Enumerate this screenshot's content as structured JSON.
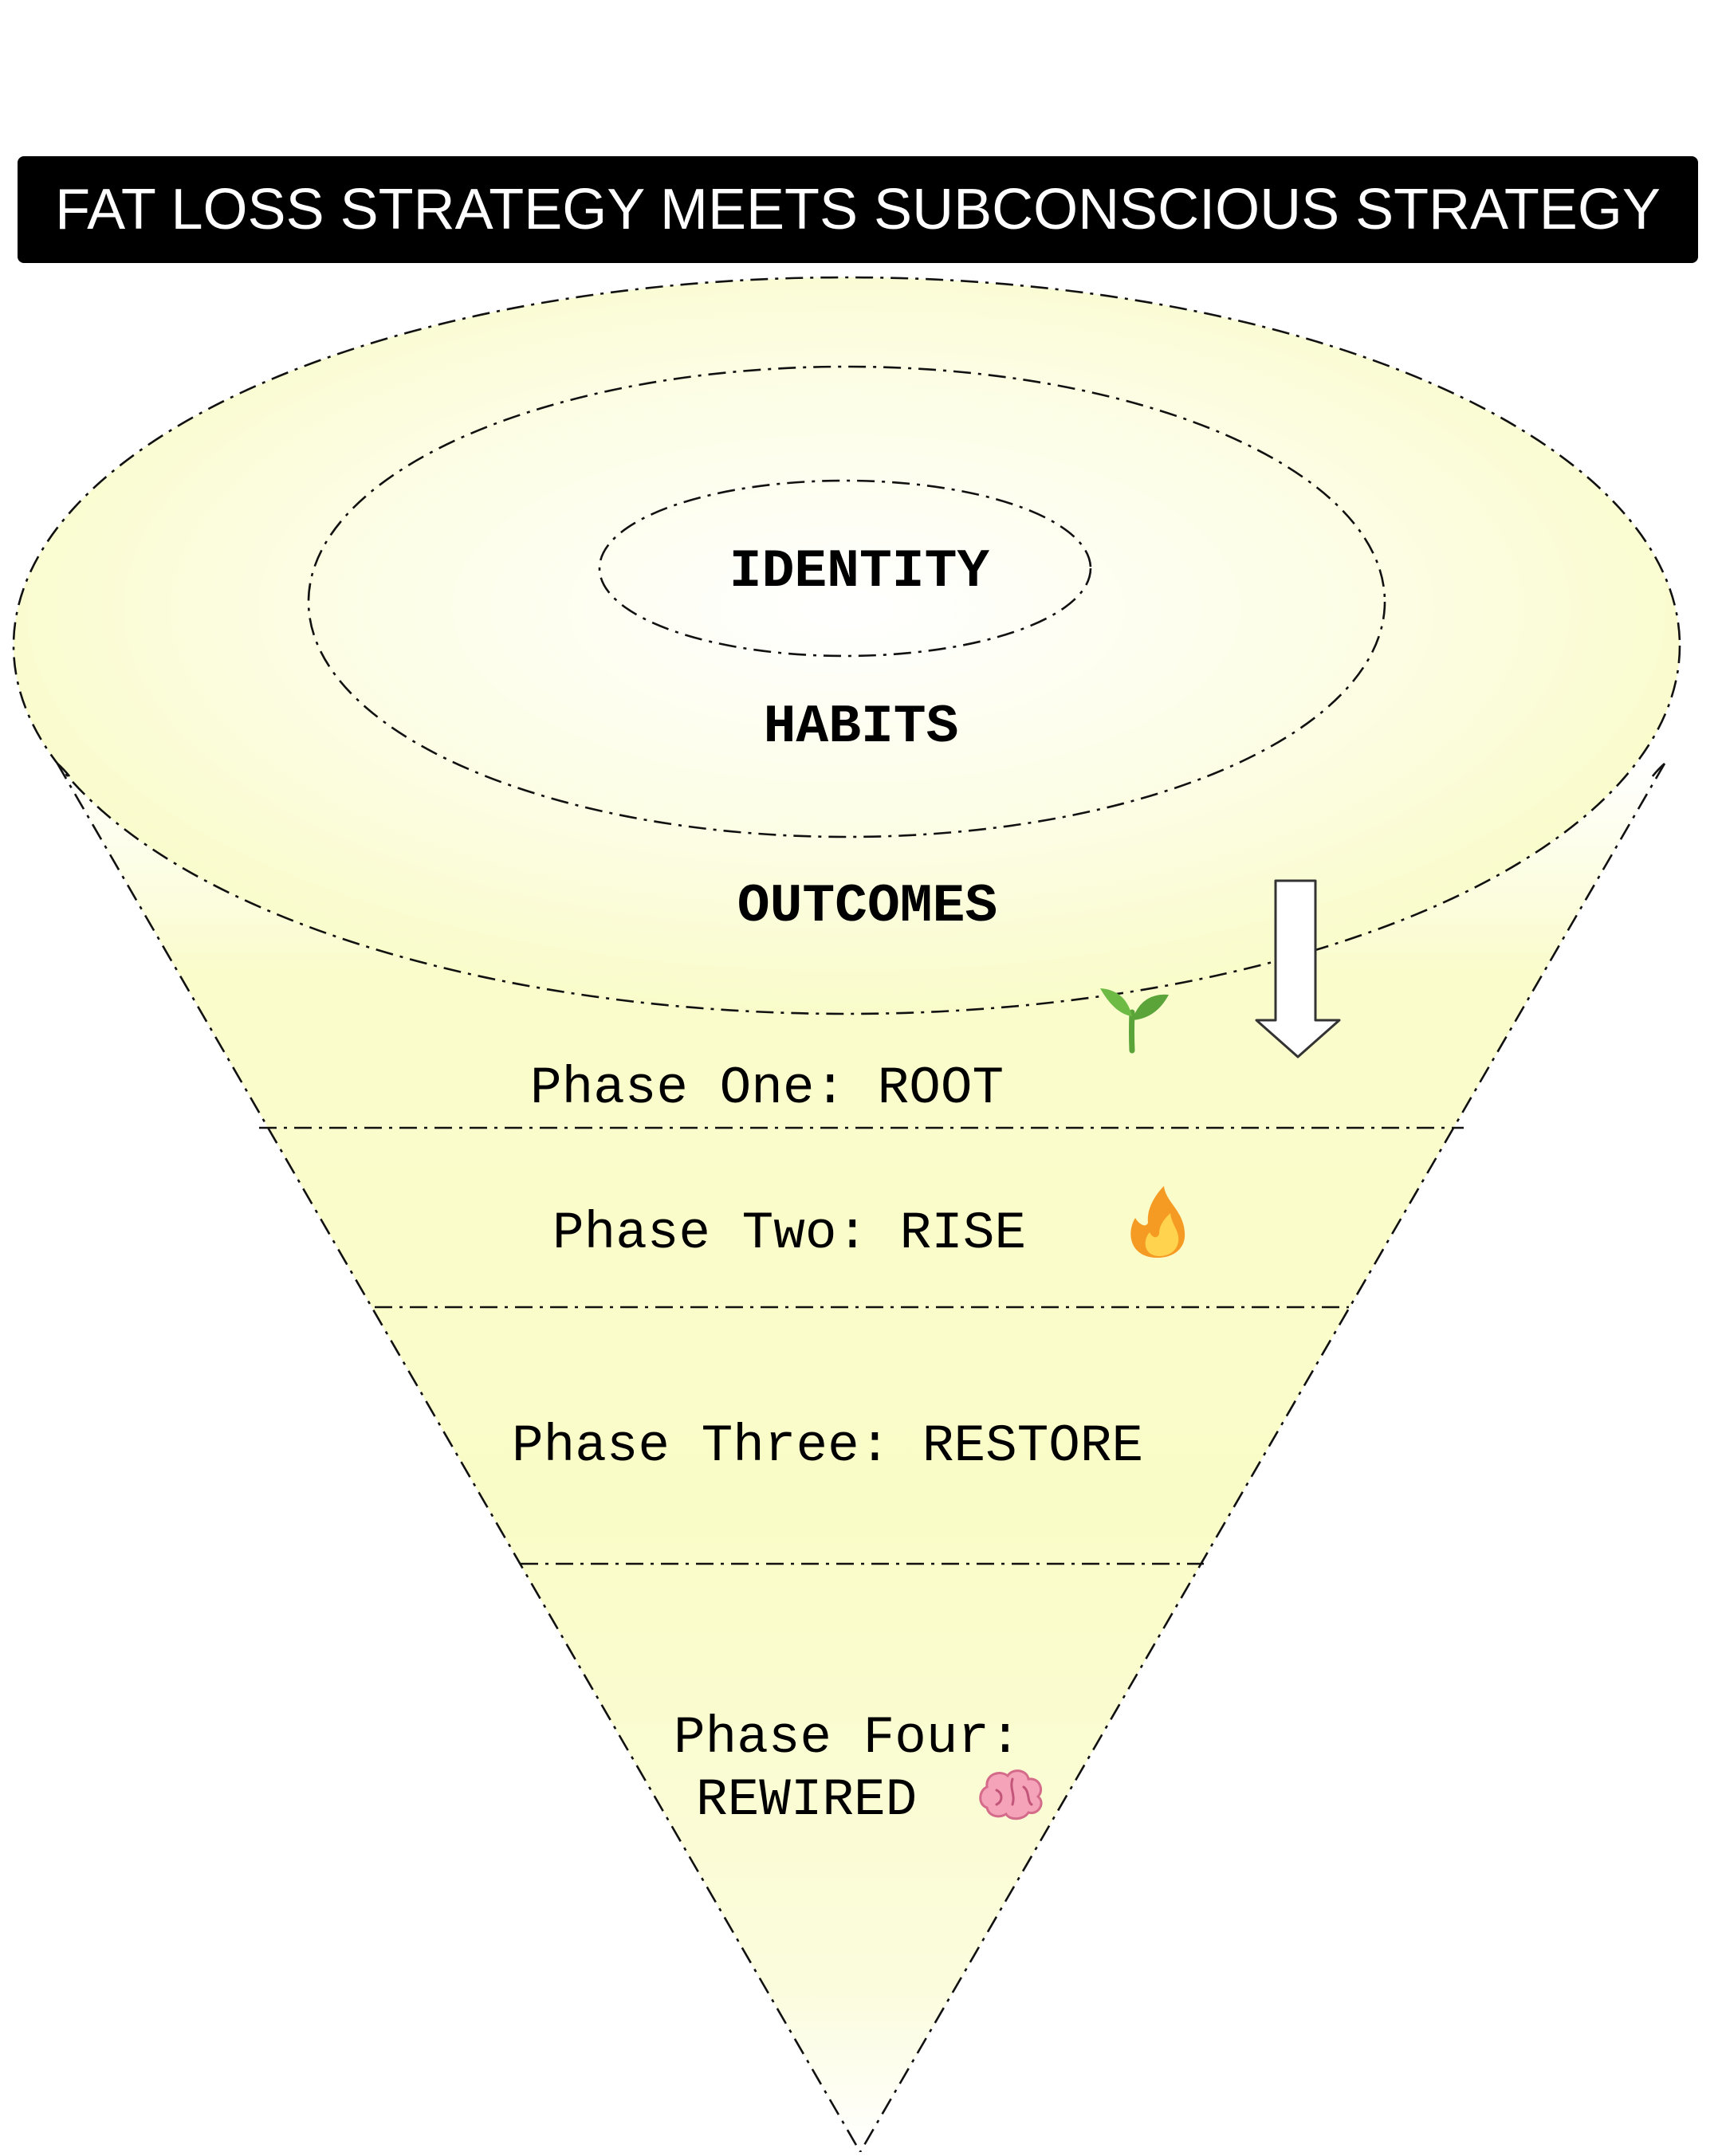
{
  "title": "FAT LOSS STRATEGY MEETS SUBCONSCIOUS STRATEGY",
  "colors": {
    "funnel_fill": "#fafcc8",
    "title_background": "#000000",
    "title_text": "#ffffff",
    "outline": "#111111"
  },
  "rings": [
    {
      "label": "IDENTITY"
    },
    {
      "label": "HABITS"
    },
    {
      "label": "OUTCOMES"
    }
  ],
  "phases": [
    {
      "label": "Phase One: ROOT",
      "icon": "seedling-icon"
    },
    {
      "label": "Phase Two: RISE",
      "icon": "fire-icon"
    },
    {
      "label": "Phase Three: RESTORE",
      "icon": ""
    },
    {
      "label_line1": "Phase Four:",
      "label_line2": "REWIRED",
      "icon": "brain-icon"
    }
  ],
  "arrow": {
    "icon": "down-arrow-icon"
  }
}
